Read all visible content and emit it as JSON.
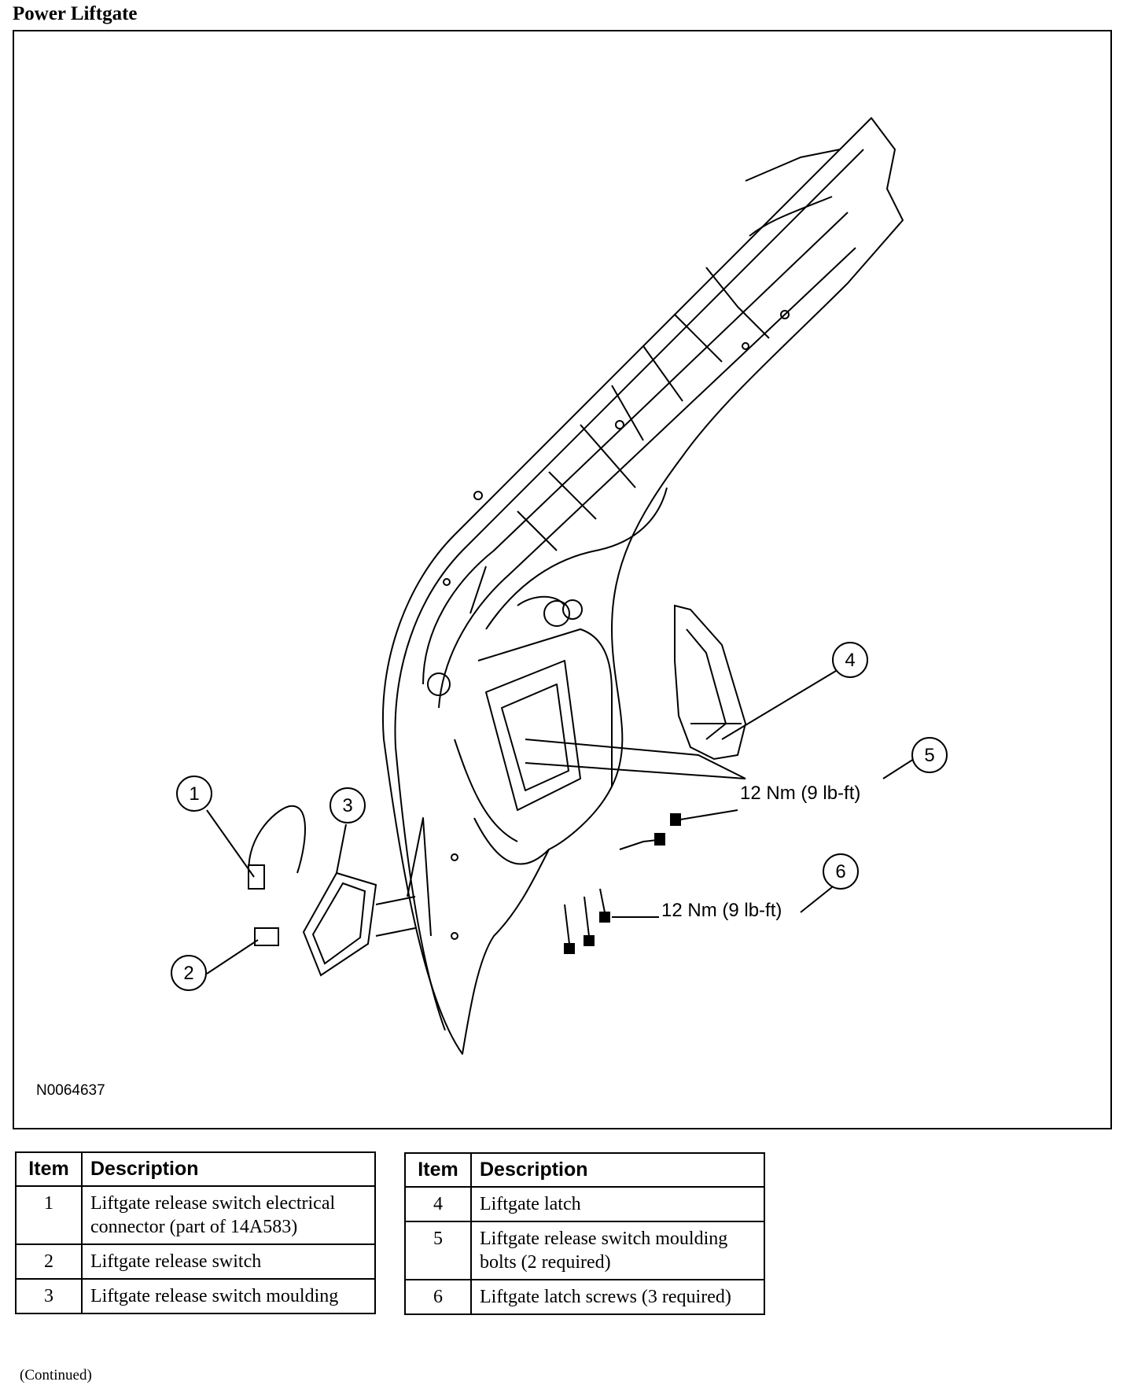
{
  "title": "Power Liftgate",
  "figure": {
    "id": "N0064637",
    "callouts": [
      "1",
      "2",
      "3",
      "4",
      "5",
      "6"
    ],
    "torque_5": "12 Nm (9 lb-ft)",
    "torque_6": "12 Nm (9 lb-ft)"
  },
  "legend_left": {
    "headers": [
      "Item",
      "Description"
    ],
    "rows": [
      {
        "item": "1",
        "description": "Liftgate release switch electrical connector (part of 14A583)"
      },
      {
        "item": "2",
        "description": "Liftgate release switch"
      },
      {
        "item": "3",
        "description": "Liftgate release switch moulding"
      }
    ]
  },
  "legend_right": {
    "headers": [
      "Item",
      "Description"
    ],
    "rows": [
      {
        "item": "4",
        "description": "Liftgate latch"
      },
      {
        "item": "5",
        "description": "Liftgate release switch moulding bolts (2 required)"
      },
      {
        "item": "6",
        "description": "Liftgate latch screws (3 required)"
      }
    ]
  },
  "footer": "(Continued)"
}
